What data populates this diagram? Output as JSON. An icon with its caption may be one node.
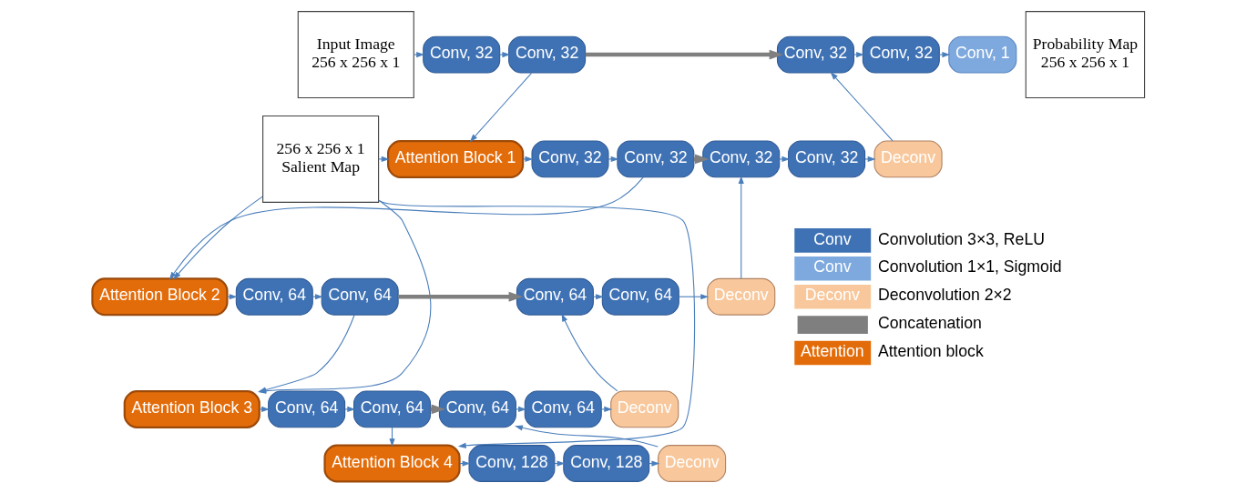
{
  "diagram": {
    "nodes": [
      {
        "text": [
          "Input Image",
          "256 x 256 x 1"
        ]
      },
      {
        "text": [
          "Conv, 32"
        ]
      },
      {
        "text": [
          "Conv, 32"
        ]
      },
      {
        "text": [
          "256 x 256 x 1",
          "Salient Map"
        ]
      },
      {
        "text": [
          "Attention Block 1"
        ]
      },
      {
        "text": [
          "Conv, 32"
        ]
      },
      {
        "text": [
          "Conv, 32"
        ]
      },
      {
        "text": [
          "Attention Block 2"
        ]
      },
      {
        "text": [
          "Conv, 64"
        ]
      },
      {
        "text": [
          "Conv, 64"
        ]
      },
      {
        "text": [
          "Attention Block 3"
        ]
      },
      {
        "text": [
          "Conv, 64"
        ]
      },
      {
        "text": [
          "Conv, 64"
        ]
      },
      {
        "text": [
          "Attention Block 4"
        ]
      },
      {
        "text": [
          "Conv, 128"
        ]
      },
      {
        "text": [
          "Conv, 128"
        ]
      },
      {
        "text": [
          "Deconv"
        ]
      },
      {
        "text": [
          "Conv, 64"
        ]
      },
      {
        "text": [
          "Conv, 64"
        ]
      },
      {
        "text": [
          "Deconv"
        ]
      },
      {
        "text": [
          "Conv, 64"
        ]
      },
      {
        "text": [
          "Conv, 64"
        ]
      },
      {
        "text": [
          "Deconv"
        ]
      },
      {
        "text": [
          "Conv, 32"
        ]
      },
      {
        "text": [
          "Conv, 32"
        ]
      },
      {
        "text": [
          "Deconv"
        ]
      },
      {
        "text": [
          "Conv, 32"
        ]
      },
      {
        "text": [
          "Conv, 32"
        ]
      },
      {
        "text": [
          "Conv, 1"
        ]
      },
      {
        "text": [
          "Probability Map",
          "256 x 256 x 1"
        ]
      }
    ],
    "edges": [
      {
        "from": 0,
        "to": 1,
        "arrow": "to"
      },
      {
        "from": 1,
        "to": 2,
        "arrow": "to"
      },
      {
        "from": 2,
        "to": 4,
        "arrow": "to"
      },
      {
        "from": 3,
        "to": 4,
        "arrow": "to"
      },
      {
        "from": 4,
        "to": 5,
        "arrow": "to"
      },
      {
        "from": 5,
        "to": 6,
        "arrow": "to"
      },
      {
        "from": 6,
        "to": 7,
        "arrow": "to"
      },
      {
        "from": 3,
        "to": 7,
        "arrow": "to"
      },
      {
        "from": 7,
        "to": 8,
        "arrow": "to"
      },
      {
        "from": 8,
        "to": 9,
        "arrow": "to"
      },
      {
        "from": 9,
        "to": 10,
        "arrow": "to"
      },
      {
        "from": 3,
        "to": 10,
        "arrow": "to"
      },
      {
        "from": 10,
        "to": 11,
        "arrow": "to"
      },
      {
        "from": 11,
        "to": 12,
        "arrow": "to"
      },
      {
        "from": 12,
        "to": 13,
        "arrow": "to"
      },
      {
        "from": 3,
        "to": 13,
        "arrow": "to"
      },
      {
        "from": 13,
        "to": 14,
        "arrow": "to"
      },
      {
        "from": 14,
        "to": 15,
        "arrow": "to"
      },
      {
        "from": 15,
        "to": 16,
        "arrow": "to"
      },
      {
        "from": 16,
        "to": 17,
        "arrow": "to"
      },
      {
        "from": 17,
        "to": 18,
        "arrow": "to"
      },
      {
        "from": 18,
        "to": 19,
        "arrow": "to"
      },
      {
        "from": 19,
        "to": 20,
        "arrow": "to"
      },
      {
        "from": 20,
        "to": 21,
        "arrow": "to"
      },
      {
        "from": 21,
        "to": 22,
        "arrow": "to"
      },
      {
        "from": 22,
        "to": 23,
        "arrow": "to"
      },
      {
        "from": 23,
        "to": 24,
        "arrow": "to"
      },
      {
        "from": 24,
        "to": 25,
        "arrow": "to"
      },
      {
        "from": 25,
        "to": 26,
        "arrow": "to"
      },
      {
        "from": 26,
        "to": 27,
        "arrow": "to"
      },
      {
        "from": 27,
        "to": 28,
        "arrow": "to"
      },
      {
        "from": 2,
        "to": 26,
        "arrow": "to",
        "style": "thick",
        "color": "#7f7f7f"
      },
      {
        "from": 6,
        "to": 23,
        "arrow": "to",
        "style": "thick",
        "color": "#7f7f7f"
      },
      {
        "from": 9,
        "to": 20,
        "arrow": "to",
        "style": "thick",
        "color": "#7f7f7f"
      },
      {
        "from": 12,
        "to": 17,
        "arrow": "to",
        "style": "thick",
        "color": "#7f7f7f"
      }
    ],
    "labels": [
      "Conv",
      "Conv",
      "Deconv",
      "Attention"
    ],
    "legend": [
      {
        "text": "Convolution 3×3, ReLU",
        "color": "#3f72b5"
      },
      {
        "text": "Convolution 1×1, Sigmoid",
        "color": "#7ea9de"
      },
      {
        "text": "Deconvolution 2×2",
        "color": "#f8c89c"
      },
      {
        "text": "Concatenation"
      },
      {
        "text": "Attention block",
        "color": "#e36c0a"
      }
    ]
  }
}
